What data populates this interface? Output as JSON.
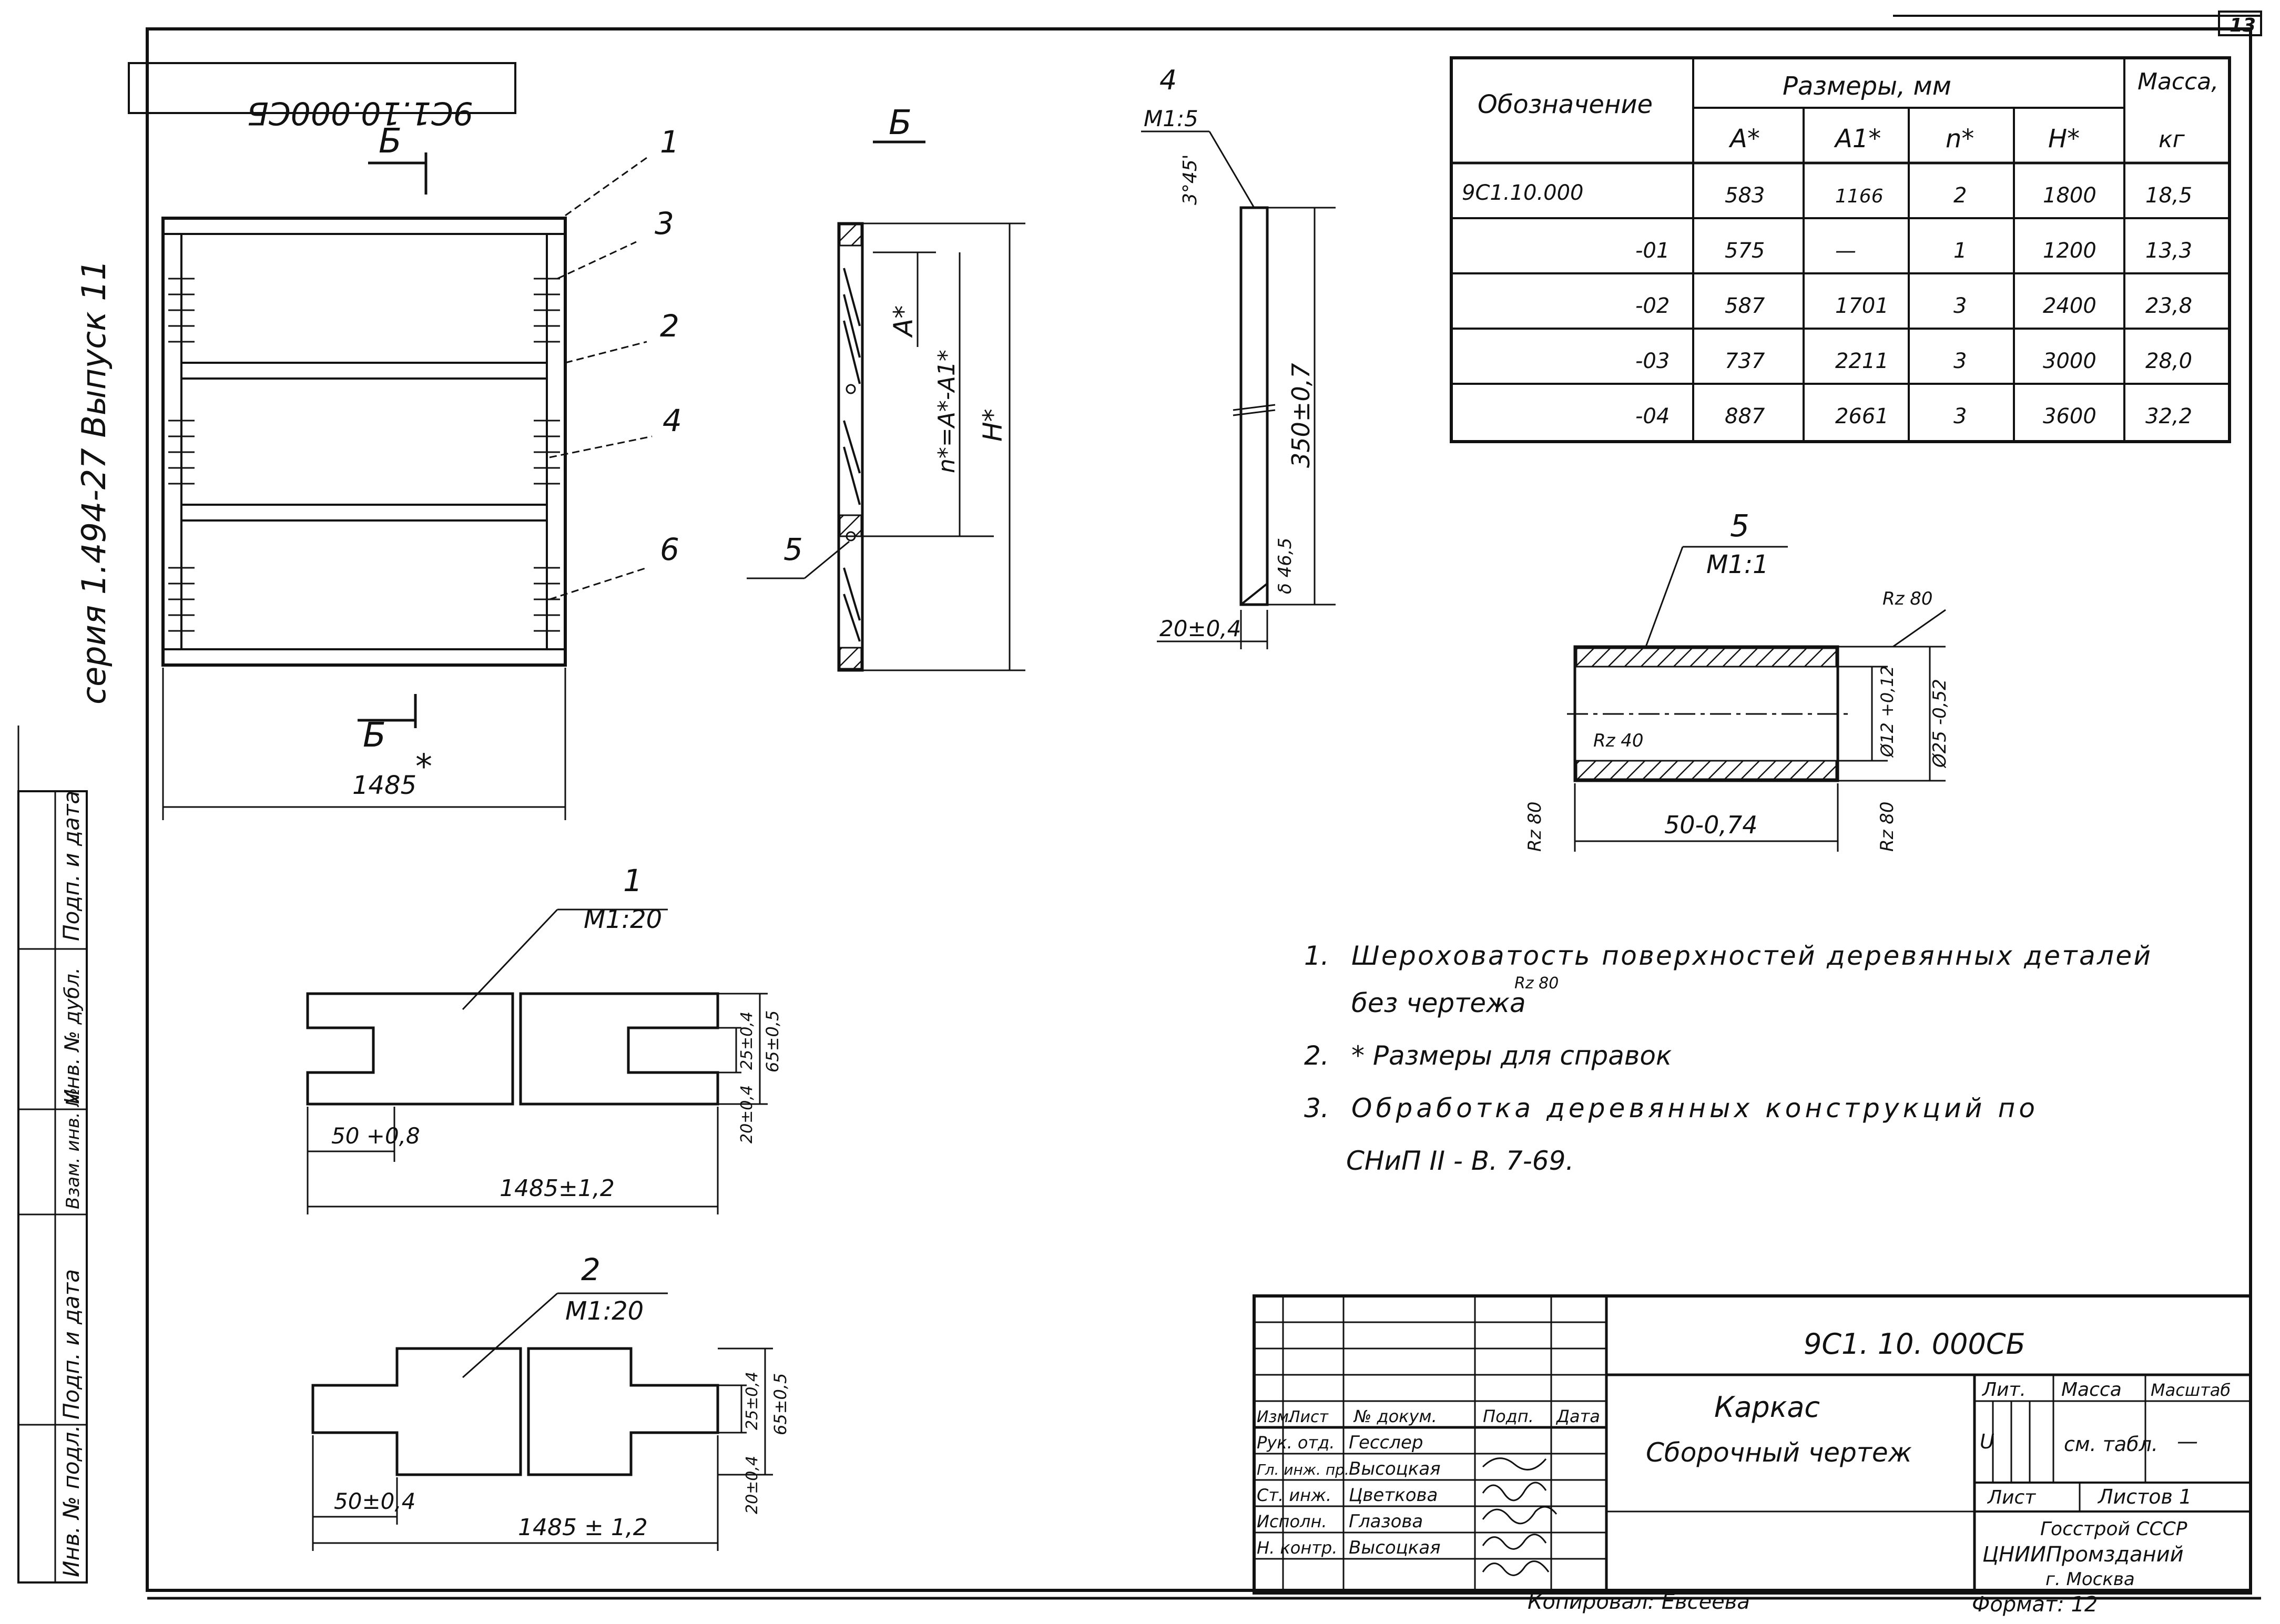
{
  "sheet": {
    "number": "13",
    "stamp_rotated": "9С1.10.000СБ",
    "series": "серия 1.494-27   Выпуск 11"
  },
  "section_markers": [
    "Б",
    "Б",
    "Б"
  ],
  "main_view": {
    "callouts": [
      "1",
      "3",
      "2",
      "4",
      "6"
    ],
    "width_label": "1485",
    "width_star": "*"
  },
  "section_view": {
    "callout": "5",
    "dim_a": "A*",
    "dim_n": "n*=A*-A1*",
    "dim_h": "H*"
  },
  "detail_4": {
    "number": "4",
    "scale": "М1:5",
    "angle": "3°45'",
    "length": "350±0,7",
    "small": "δ 46,5",
    "width": "20±0,4"
  },
  "spec_table": {
    "header_designation": "Обозначение",
    "header_dimensions": "Размеры, мм",
    "header_mass": "Масса,",
    "header_mass_unit": "кг",
    "columns": [
      "A*",
      "A1*",
      "n*",
      "H*"
    ],
    "rows": [
      {
        "designation": "9С1.10.000",
        "a": "583",
        "a1": "1166",
        "n": "2",
        "h": "1800",
        "mass": "18,5"
      },
      {
        "designation": "-01",
        "a": "575",
        "a1": "—",
        "n": "1",
        "h": "1200",
        "mass": "13,3"
      },
      {
        "designation": "-02",
        "a": "587",
        "a1": "1701",
        "n": "3",
        "h": "2400",
        "mass": "23,8"
      },
      {
        "designation": "-03",
        "a": "737",
        "a1": "2211",
        "n": "3",
        "h": "3000",
        "mass": "28,0"
      },
      {
        "designation": "-04",
        "a": "887",
        "a1": "2661",
        "n": "3",
        "h": "3600",
        "mass": "32,2"
      }
    ]
  },
  "detail_5": {
    "number": "5",
    "scale": "М1:1",
    "rz80_right": "Rz 80",
    "rz40": "Rz 40",
    "rz80_left": "Rz 80",
    "rz80_bottom": "Rz 80",
    "length": "50-0,74",
    "d_inner": "Ø12 +0,12",
    "d_outer": "Ø25 -0,52"
  },
  "notes": [
    {
      "num": "1.",
      "text": "Шероховатость поверхностей деревянных деталей"
    },
    {
      "num": "",
      "text": "без чертежа",
      "mark": "Rz 80"
    },
    {
      "num": "2.",
      "text": "* Размеры для справок"
    },
    {
      "num": "3.",
      "text": "Обработка деревянных конструкций по"
    },
    {
      "num": "",
      "text": "СНиП II - В. 7-69."
    }
  ],
  "detail_1": {
    "number": "1",
    "scale": "М1:20",
    "dim_left": "50 +0,8",
    "dim_total": "1485±1,2",
    "dim_25": "25±0,4",
    "dim_65": "65±0,5",
    "dim_20": "20±0,4"
  },
  "detail_2": {
    "number": "2",
    "scale": "М1:20",
    "dim_left": "50±0,4",
    "dim_total": "1485 ± 1,2",
    "dim_25": "25±0,4",
    "dim_65": "65±0,5",
    "dim_20": "20±0,4"
  },
  "side_stamp": {
    "cells": [
      "Подп. и дата",
      "Инв. № дубл.",
      "Взам. инв. №",
      "Подп. и дата",
      "Инв. № подл."
    ]
  },
  "title_block": {
    "designation": "9С1. 10. 000СБ",
    "name": "Каркас",
    "doc_type": "Сборочный чертеж",
    "col_headers": [
      "Изм.",
      "Лист",
      "№ докум.",
      "Подп.",
      "Дата"
    ],
    "roles": [
      {
        "role": "Рук. отд.",
        "name": "Гесслер"
      },
      {
        "role": "Гл. инж. пр.",
        "name": "Высоцкая"
      },
      {
        "role": "Ст. инж.",
        "name": "Цветкова"
      },
      {
        "role": "Исполн.",
        "name": "Глазова"
      },
      {
        "role": "Н. контр.",
        "name": "Высоцкая"
      }
    ],
    "lit_label": "Лит.",
    "mass_label": "Масса",
    "scale_label": "Масштаб",
    "lit_value": "U",
    "mass_value": "см. табл.",
    "scale_value": "—",
    "sheet_label": "Лист",
    "sheets_label": "Листов 1",
    "org_line1": "Госстрой СССР",
    "org_line2": "ЦНИИПромзданий",
    "org_line3": "г. Москва",
    "copied": "Копировал: Евсеева",
    "format": "Формат: 12"
  }
}
